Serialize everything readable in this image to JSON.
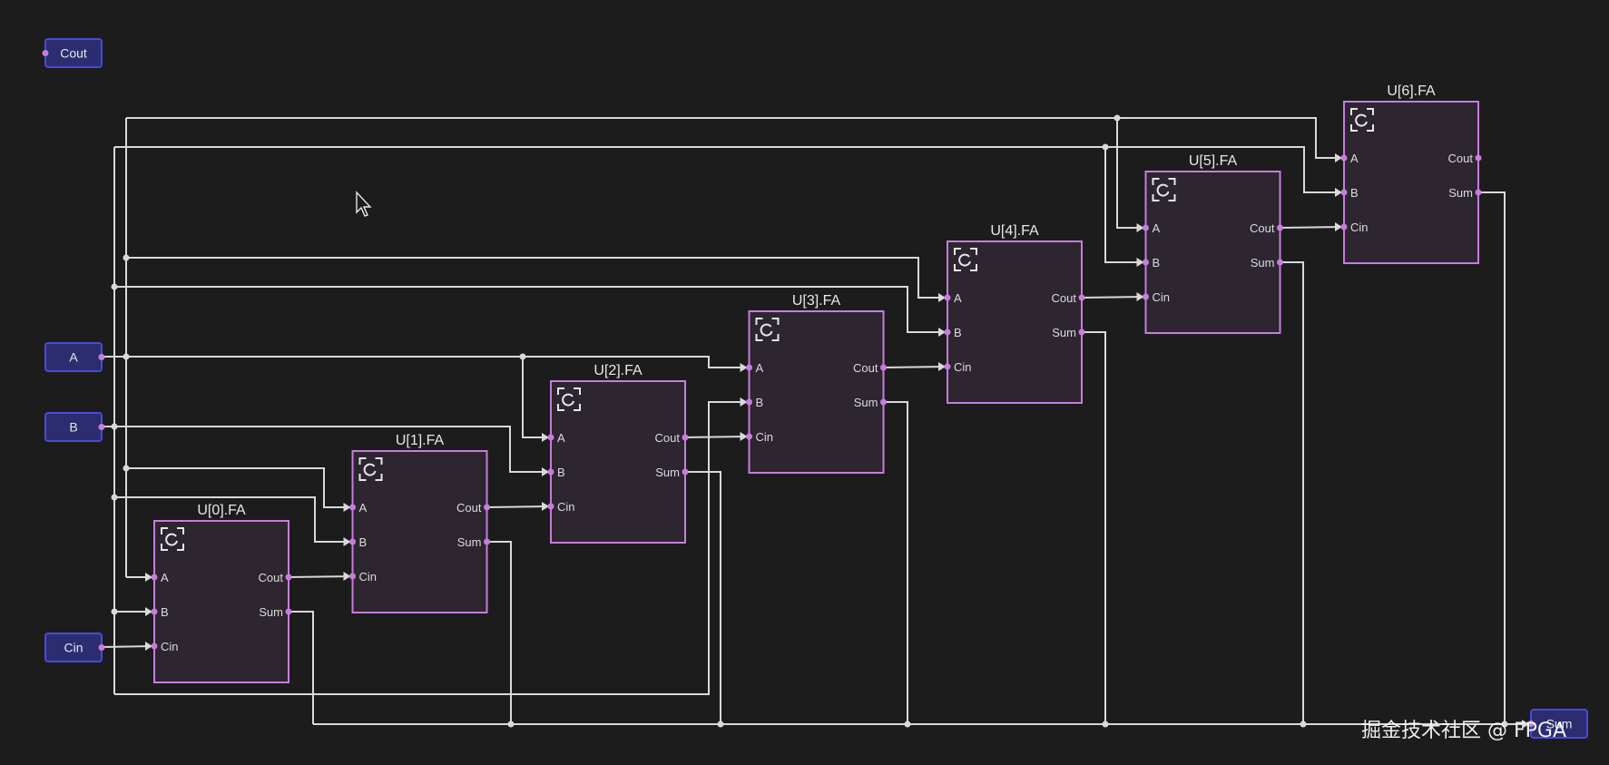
{
  "diagram": {
    "colors": {
      "background": "#1c1c1d",
      "wire": "#d9d9d9",
      "block_border": "#c77ddc",
      "block_fill": "#2d2530",
      "io_border": "#4a4ad8",
      "io_fill": "#2b2d70",
      "port_dot": "#c77ddc"
    },
    "io_ports": [
      {
        "id": "cout",
        "label": "Cout"
      },
      {
        "id": "a",
        "label": "A"
      },
      {
        "id": "b",
        "label": "B"
      },
      {
        "id": "cin",
        "label": "Cin"
      },
      {
        "id": "sum",
        "label": "Sum"
      }
    ],
    "blocks": [
      {
        "title": "U[0].FA",
        "icon": "subsystem-icon",
        "inputs": [
          "A",
          "B",
          "Cin"
        ],
        "outputs": [
          "Cout",
          "Sum"
        ]
      },
      {
        "title": "U[1].FA",
        "icon": "subsystem-icon",
        "inputs": [
          "A",
          "B",
          "Cin"
        ],
        "outputs": [
          "Cout",
          "Sum"
        ]
      },
      {
        "title": "U[2].FA",
        "icon": "subsystem-icon",
        "inputs": [
          "A",
          "B",
          "Cin"
        ],
        "outputs": [
          "Cout",
          "Sum"
        ]
      },
      {
        "title": "U[3].FA",
        "icon": "subsystem-icon",
        "inputs": [
          "A",
          "B",
          "Cin"
        ],
        "outputs": [
          "Cout",
          "Sum"
        ]
      },
      {
        "title": "U[4].FA",
        "icon": "subsystem-icon",
        "inputs": [
          "A",
          "B",
          "Cin"
        ],
        "outputs": [
          "Cout",
          "Sum"
        ]
      },
      {
        "title": "U[5].FA",
        "icon": "subsystem-icon",
        "inputs": [
          "A",
          "B",
          "Cin"
        ],
        "outputs": [
          "Cout",
          "Sum"
        ]
      },
      {
        "title": "U[6].FA",
        "icon": "subsystem-icon",
        "inputs": [
          "A",
          "B",
          "Cin"
        ],
        "outputs": [
          "Cout",
          "Sum"
        ]
      }
    ],
    "watermark": "掘金技术社区 @ FPGA",
    "cursor_icon": "mouse-pointer-icon"
  }
}
